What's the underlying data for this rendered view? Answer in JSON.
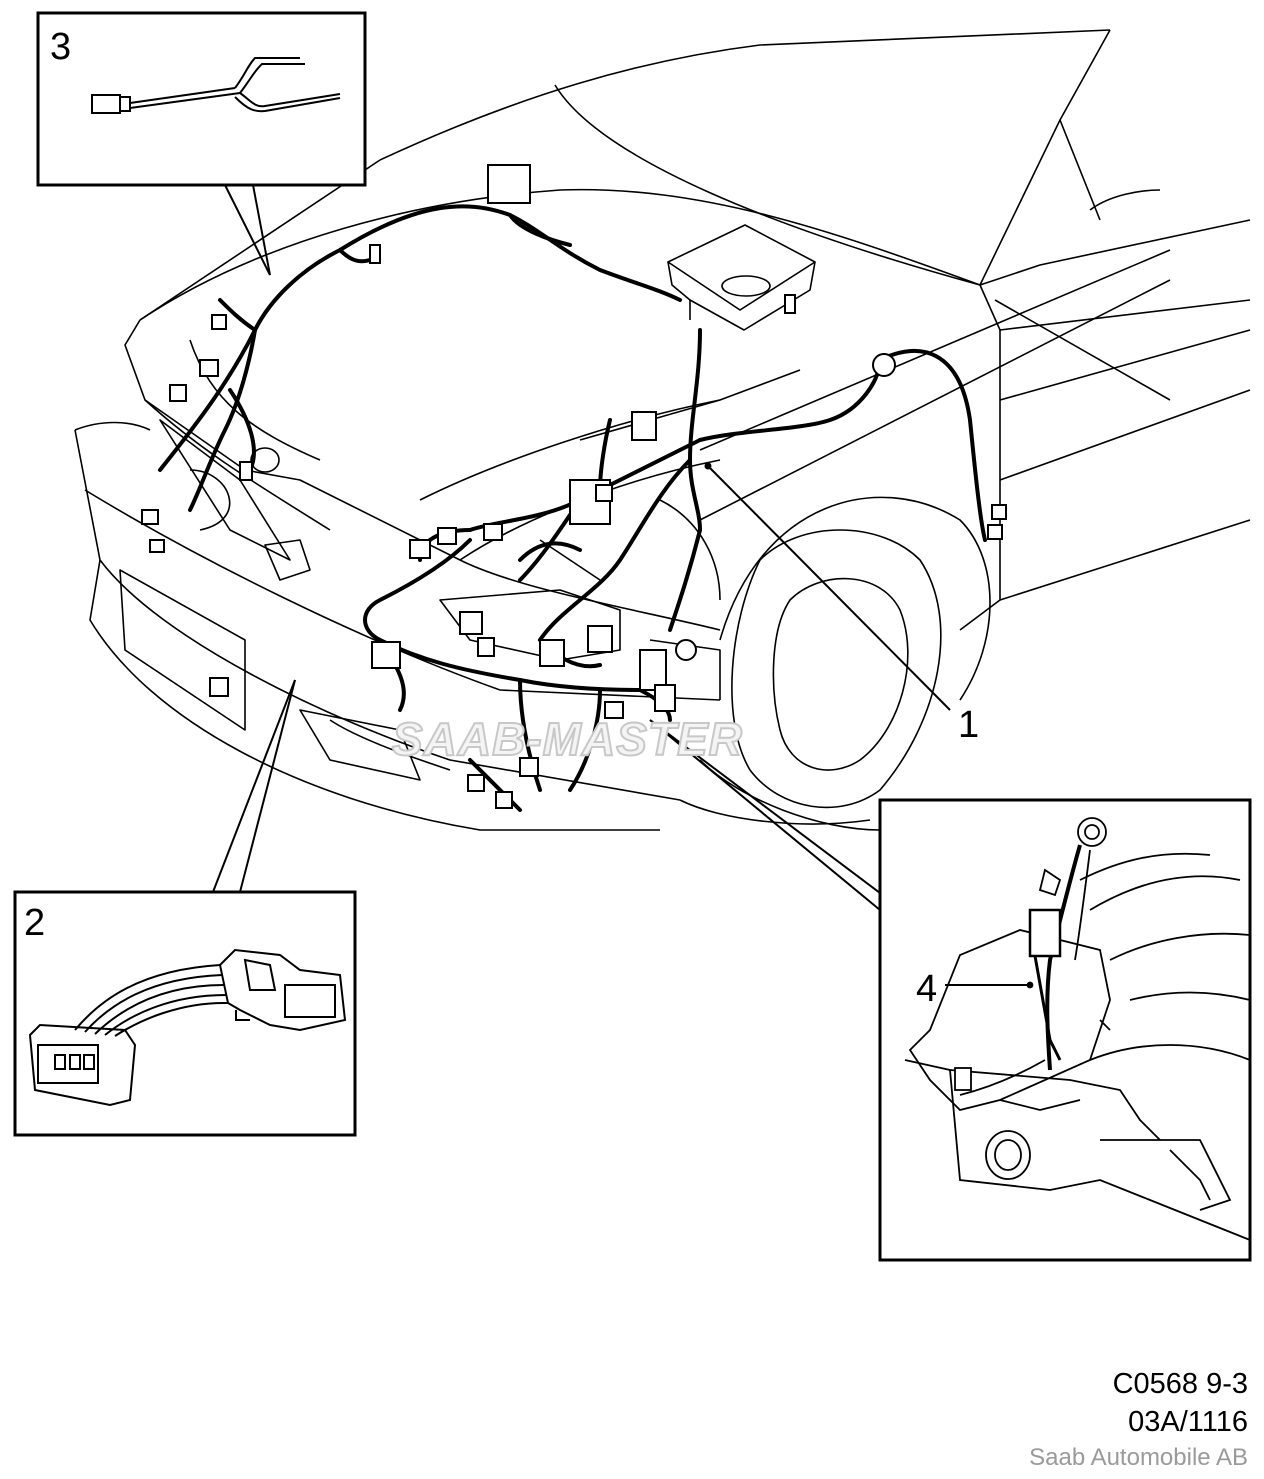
{
  "callouts": {
    "c1": "1",
    "c2": "2",
    "c3": "3",
    "c4": "4"
  },
  "watermark": "SAAB-MASTER",
  "footer": {
    "code_line1": "C0568 9-3",
    "code_line2": "03A/1116",
    "company": "Saab Automobile AB"
  },
  "colors": {
    "line": "#000000",
    "background": "#ffffff",
    "company_text": "#9a9a9a"
  }
}
